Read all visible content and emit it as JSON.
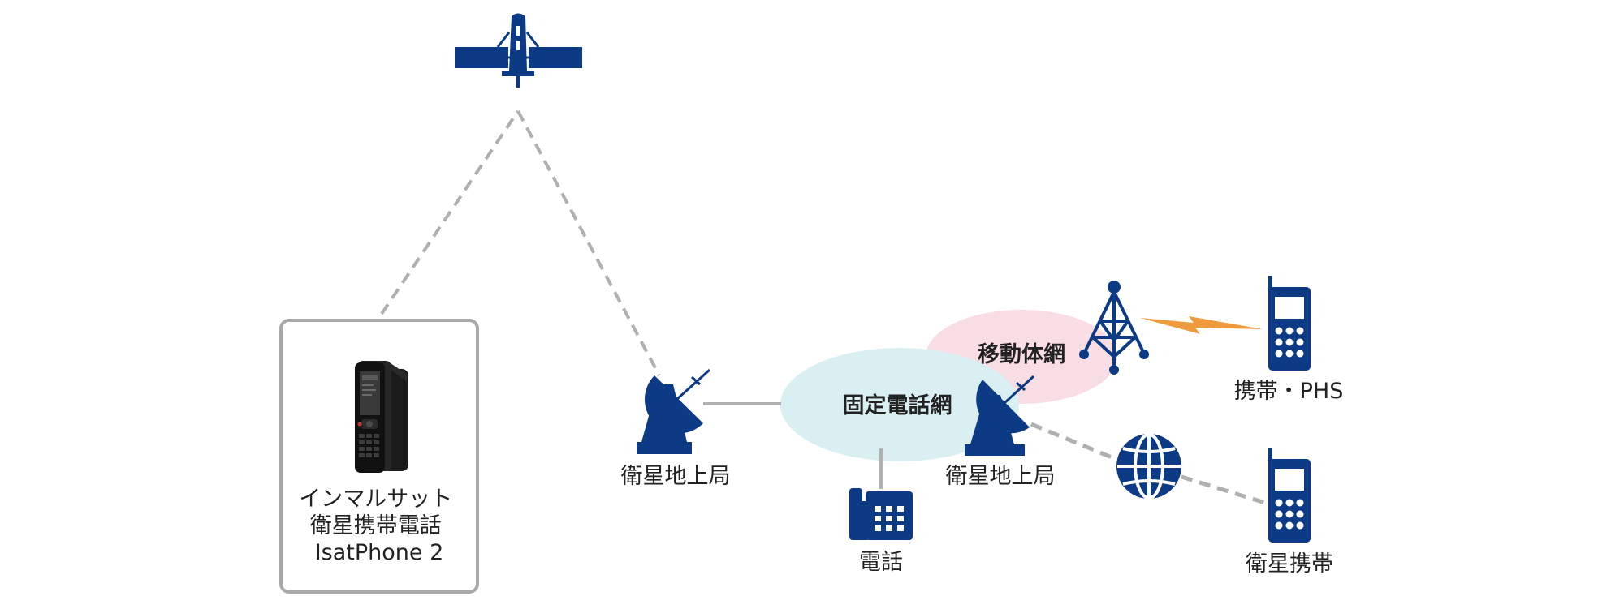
{
  "colors": {
    "navy": "#0d3a85",
    "fixed_net_fill": "#d9eff2",
    "mobile_net_fill": "#f8dde4",
    "dashed_link": "#b0b0b0",
    "solid_link": "#b0b0b0",
    "signal": "#ef9a3c",
    "frame": "#a9a9a9"
  },
  "nodes": {
    "satellite": {
      "icon": "satellite-icon"
    },
    "isatphone": {
      "icon": "satellite-phone-image",
      "label_lines": [
        "インマルサット",
        "衛星携帯電話",
        "IsatPhone 2"
      ]
    },
    "ground_station_left": {
      "icon": "satellite-dish-icon",
      "label": "衛星地上局"
    },
    "ground_station_right": {
      "icon": "satellite-dish-icon",
      "label": "衛星地上局"
    },
    "telephone": {
      "icon": "desk-phone-icon",
      "label": "電話"
    },
    "cell_tower": {
      "icon": "cell-tower-icon"
    },
    "mobile_phs": {
      "icon": "mobile-phone-icon",
      "label": "携帯・PHS"
    },
    "globe": {
      "icon": "globe-icon"
    },
    "satellite_mobile": {
      "icon": "mobile-phone-icon",
      "label": "衛星携帯"
    }
  },
  "networks": {
    "fixed": {
      "label": "固定電話網"
    },
    "mobile": {
      "label": "移動体網"
    }
  }
}
